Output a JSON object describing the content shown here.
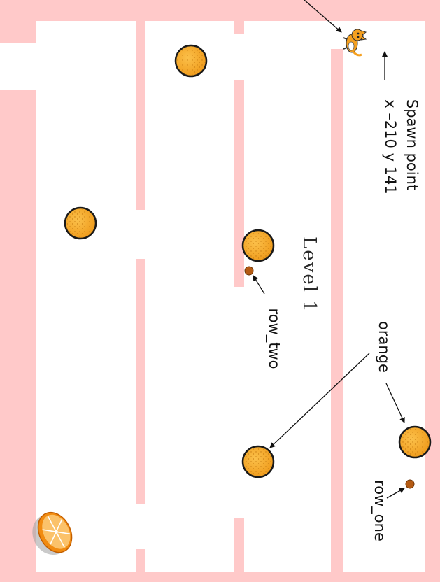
{
  "colors": {
    "wall": "#ffc9c9",
    "floor": "#ffffff",
    "orange_fill": "#f5a623",
    "orange_outline": "#1a1a1a",
    "marker": "#b45a12",
    "annotation": "#111111"
  },
  "stage": {
    "level_title": "Level 1"
  },
  "annotations": {
    "spawn_line1": "Spawn point",
    "spawn_line2": "x –210 y 141",
    "orange": "orange",
    "row_one": "row_one",
    "row_two": "row_two"
  },
  "sprites": {
    "player": "cat-icon",
    "collectible": "orange-icon",
    "goal": "orange-slice-icon"
  }
}
